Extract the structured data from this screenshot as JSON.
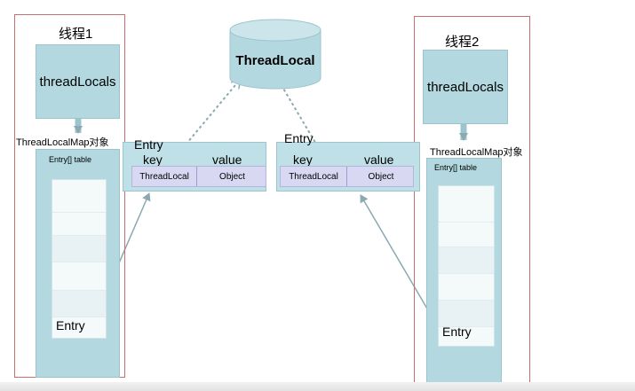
{
  "thread1": {
    "title": "线程1",
    "thread_locals": "threadLocals",
    "map_label": "ThreadLocalMap对象",
    "table_label": "Entry[] table",
    "entry_label": "Entry"
  },
  "thread2": {
    "title": "线程2",
    "thread_locals": "threadLocals",
    "map_label": "ThreadLocalMap对象",
    "table_label": "Entry[] table",
    "entry_label": "Entry"
  },
  "threadlocal": {
    "label": "ThreadLocal"
  },
  "entry_left": {
    "title": "Entry",
    "key_header": "key",
    "value_header": "value",
    "key_cell": "ThreadLocal",
    "value_cell": "Object"
  },
  "entry_right": {
    "title": "Entry",
    "key_header": "key",
    "value_header": "value",
    "key_cell": "ThreadLocal",
    "value_cell": "Object"
  },
  "colors": {
    "panel_fill": "#b3d8e0",
    "frame_border": "#c87070",
    "kv_row_fill": "#d9d8f2",
    "arrow": "#8aa9b0"
  }
}
